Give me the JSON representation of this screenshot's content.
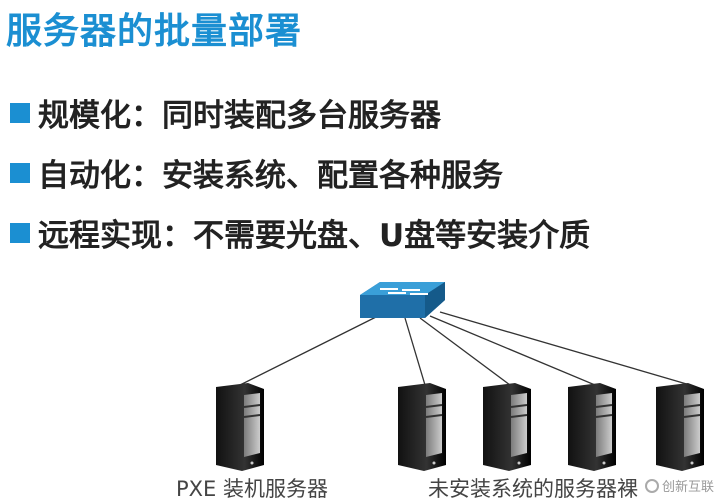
{
  "title": "服务器的批量部署",
  "bullets": [
    {
      "label": "规模化：同时装配多台服务器"
    },
    {
      "label": "自动化：安装系统、配置各种服务"
    },
    {
      "label": "远程实现：不需要光盘、U盘等安装介质"
    }
  ],
  "diagram": {
    "pxe_label": "PXE 装机服务器",
    "bare_label": "未安装系统的服务器裸"
  },
  "watermark": "创新互联",
  "colors": {
    "accent": "#1b8fd2",
    "text": "#222222"
  }
}
